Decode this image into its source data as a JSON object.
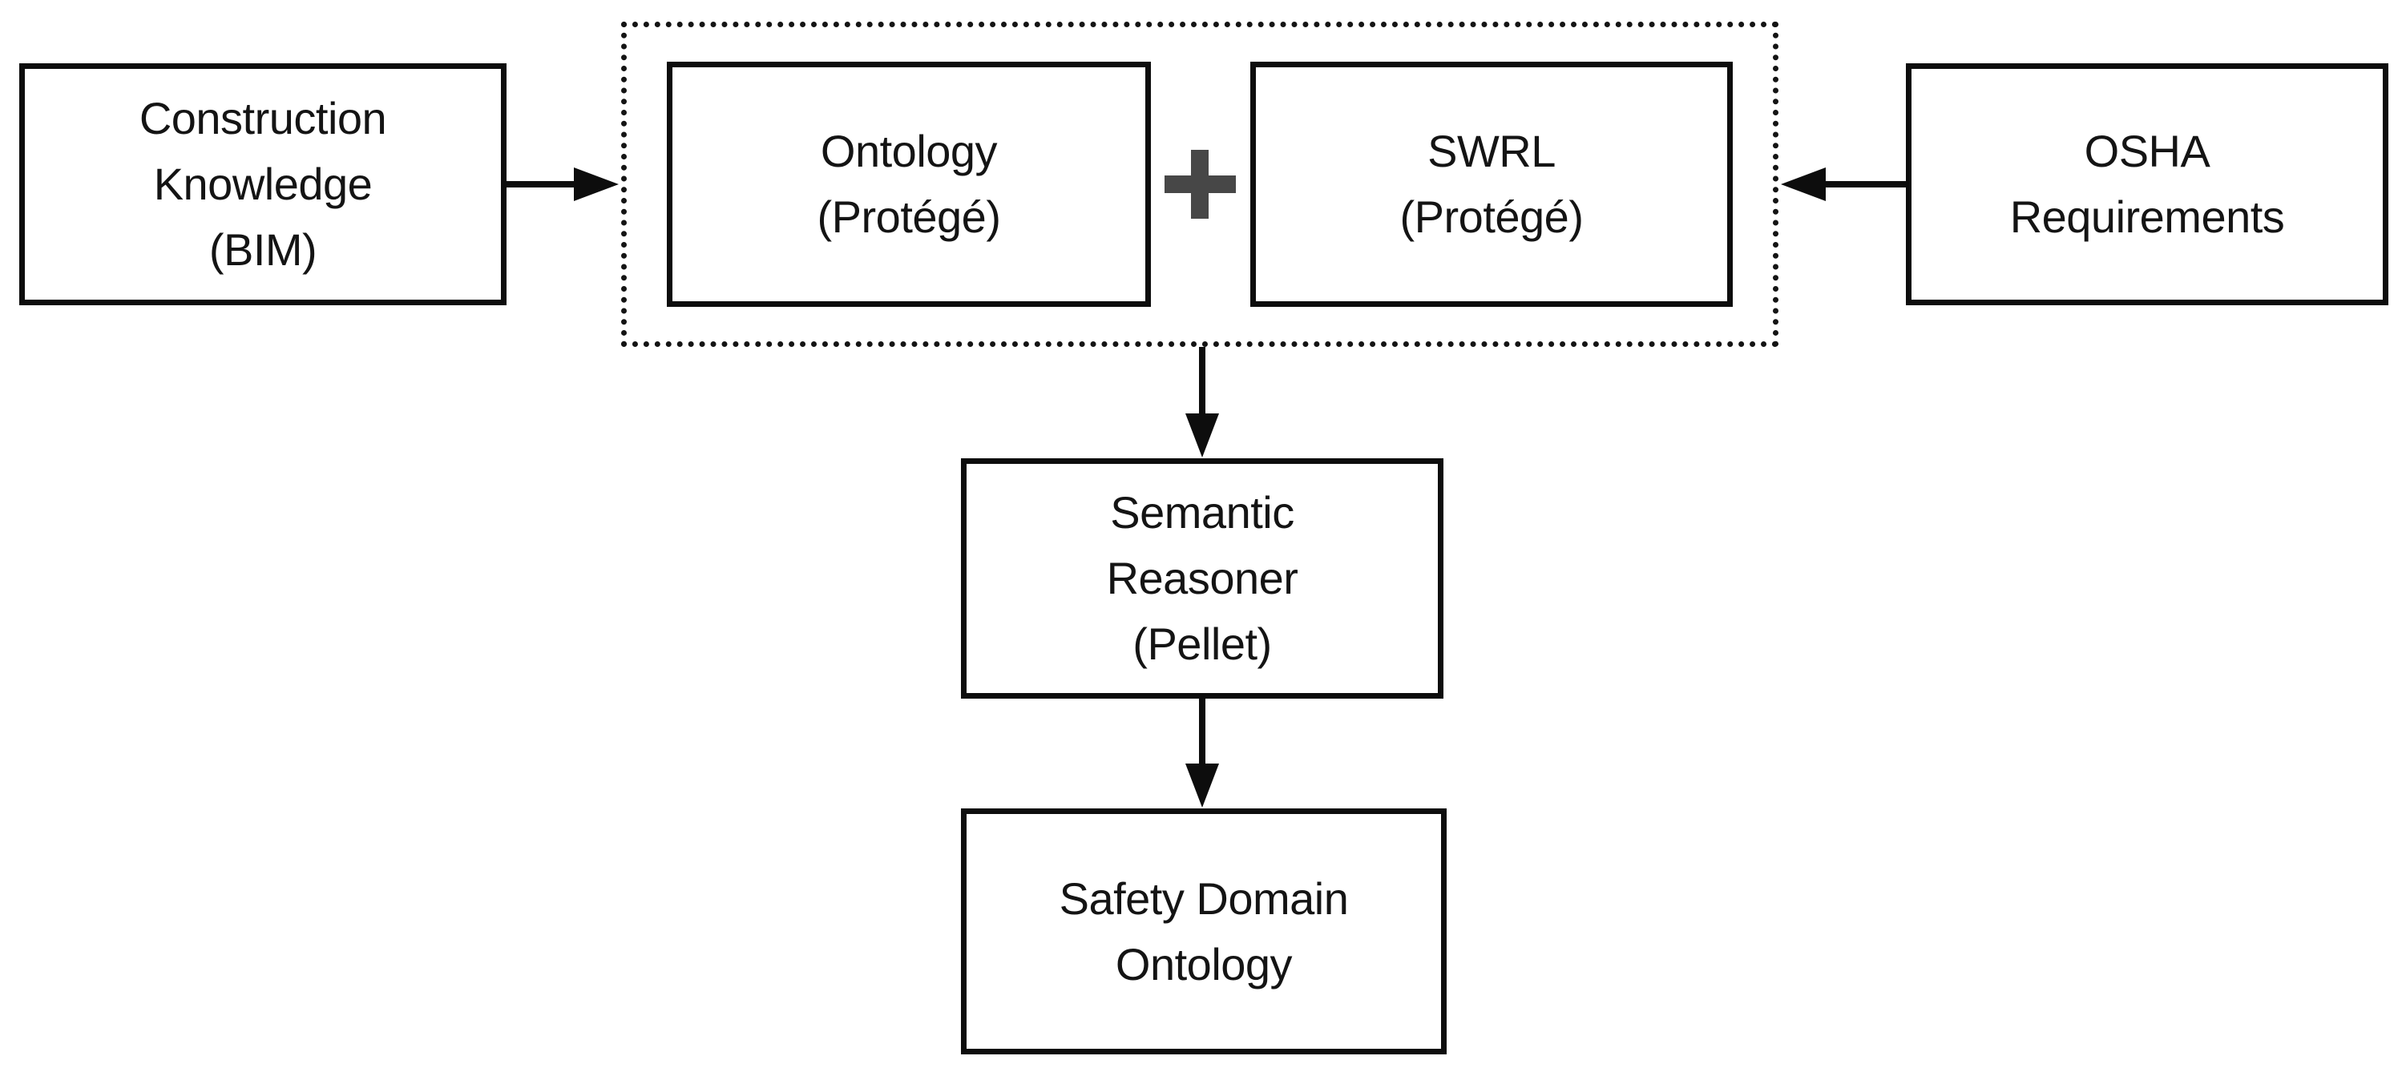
{
  "nodes": {
    "construction": {
      "lines": [
        "Construction",
        "Knowledge",
        "(BIM)"
      ]
    },
    "ontology": {
      "lines": [
        "Ontology",
        "(Protégé)"
      ]
    },
    "swrl": {
      "lines": [
        "SWRL",
        "(Protégé)"
      ]
    },
    "osha": {
      "lines": [
        "OSHA",
        "Requirements"
      ]
    },
    "reasoner": {
      "lines": [
        "Semantic",
        "Reasoner",
        "(Pellet)"
      ]
    },
    "safety": {
      "lines": [
        "Safety Domain",
        "Ontology"
      ]
    }
  },
  "operator": {
    "symbol": "+"
  },
  "colors": {
    "background": "#ffffff",
    "line": "#0d0d0d",
    "plus": "#474747",
    "text": "#141414"
  }
}
